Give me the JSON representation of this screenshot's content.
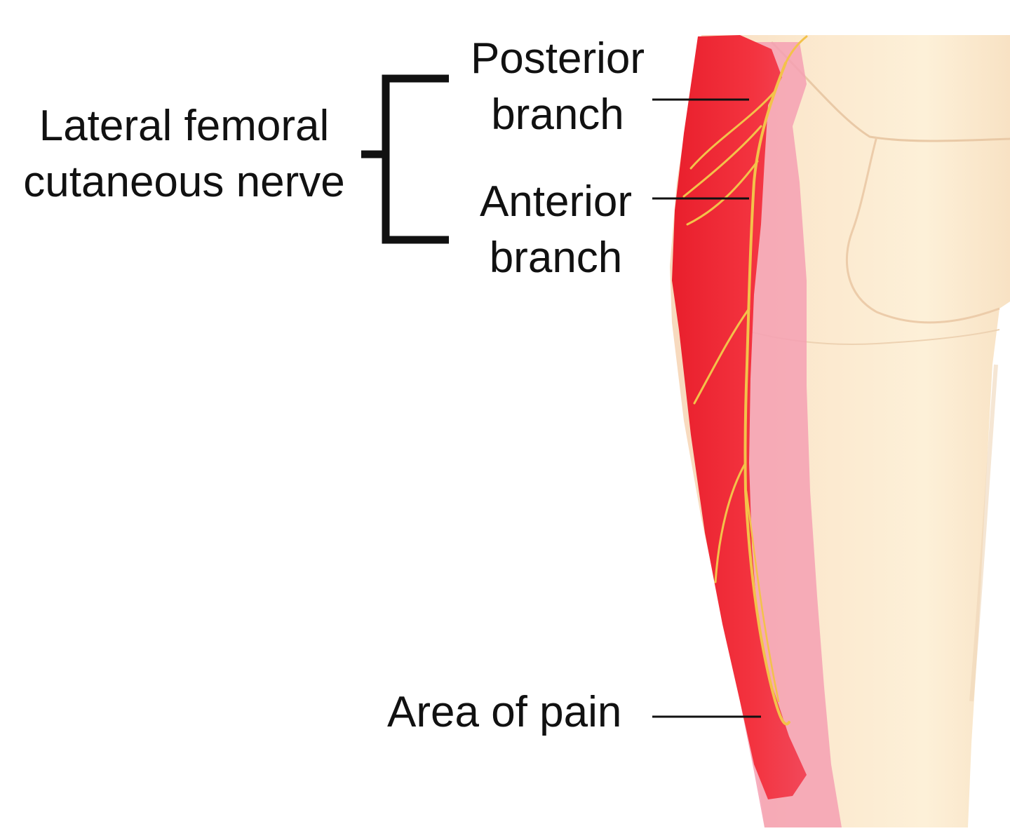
{
  "labels": {
    "nerve": {
      "line1": "Lateral femoral",
      "line2": "cutaneous nerve"
    },
    "posterior_branch": {
      "line1": "Posterior",
      "line2": "branch"
    },
    "anterior_branch": {
      "line1": "Anterior",
      "line2": "branch"
    },
    "area_of_pain": "Area of pain"
  },
  "colors": {
    "skin": "#fbe6c8",
    "skin_shadow": "#f3d3b0",
    "pain_region": "#f2323e",
    "pain_halo": "#f6a2b2",
    "nerve": "#f3c24a",
    "line": "#111111"
  }
}
